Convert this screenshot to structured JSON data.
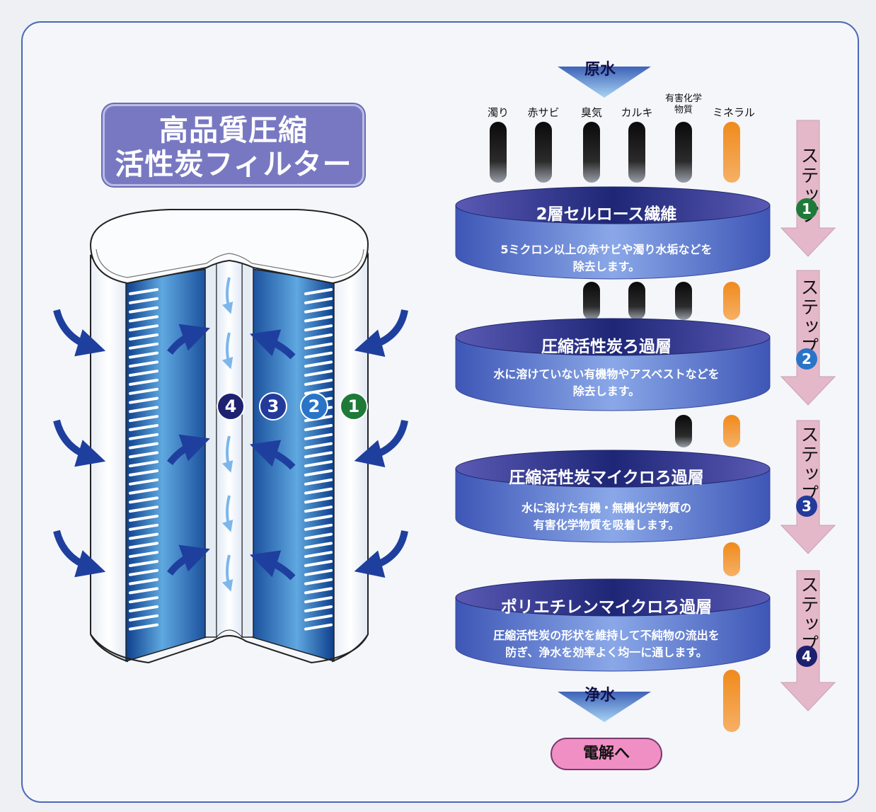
{
  "title": {
    "line1": "高品質圧縮",
    "line2": "活性炭フィルター"
  },
  "flow": {
    "input_label": "原水",
    "output_label": "浄水",
    "destination_label": "電解へ"
  },
  "contaminants": [
    {
      "label": "濁り",
      "color": "#111111"
    },
    {
      "label": "赤サビ",
      "color": "#111111"
    },
    {
      "label": "臭気",
      "color": "#111111"
    },
    {
      "label": "カルキ",
      "color": "#111111"
    },
    {
      "label": "有害化学\n物質",
      "line1": "有害化学",
      "line2": "物質",
      "color": "#111111"
    },
    {
      "label": "ミネラル",
      "color": "#f08a1c"
    }
  ],
  "layers": [
    {
      "name": "2層セルロース繊維",
      "desc_line1": "5ミクロン以上の赤サビや濁り水垢などを",
      "desc_line2": "除去します。"
    },
    {
      "name": "圧縮活性炭ろ過層",
      "desc_line1": "水に溶けていない有機物やアスベストなどを",
      "desc_line2": "除去します。"
    },
    {
      "name": "圧縮活性炭マイクロろ過層",
      "desc_line1": "水に溶けた有機・無機化学物質の",
      "desc_line2": "有害化学物質を吸着します。"
    },
    {
      "name": "ポリエチレンマイクロろ過層",
      "desc_line1": "圧縮活性炭の形状を維持して不純物の流出を",
      "desc_line2": "防ぎ、浄水を効率よく均一に通します。"
    }
  ],
  "steps": [
    {
      "label": "ステップ",
      "number": "1"
    },
    {
      "label": "ステップ",
      "number": "2"
    },
    {
      "label": "ステップ",
      "number": "3"
    },
    {
      "label": "ステップ",
      "number": "4"
    }
  ],
  "layer_numbers": [
    "4",
    "3",
    "2",
    "1"
  ],
  "colors": {
    "frame": "#4a68b8",
    "title_bg": "#7878c2",
    "disk_top": "#2a3a8a",
    "disk_side": "#6d8ad8",
    "step_arrow": "#e4b8c8",
    "mineral": "#f08a1c",
    "badge_1": "#1f7a3a",
    "badge_2": "#2a74c8",
    "badge_3": "#233a9a",
    "badge_4": "#1e2070"
  }
}
